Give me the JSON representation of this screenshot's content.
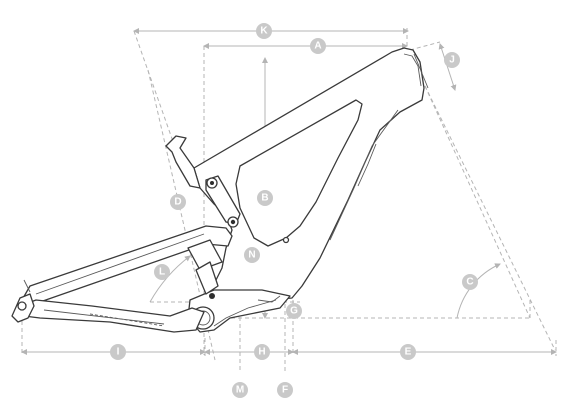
{
  "labels": {
    "A": "A",
    "B": "B",
    "C": "C",
    "D": "D",
    "E": "E",
    "F": "F",
    "G": "G",
    "H": "H",
    "I": "I",
    "J": "J",
    "K": "K",
    "L": "L",
    "M": "M",
    "N": "N"
  },
  "colors": {
    "badge": "#c9c9c9",
    "badge_text": "#ffffff",
    "dimension_line": "#b4b4b4",
    "frame_line": "#3a3a3a"
  }
}
